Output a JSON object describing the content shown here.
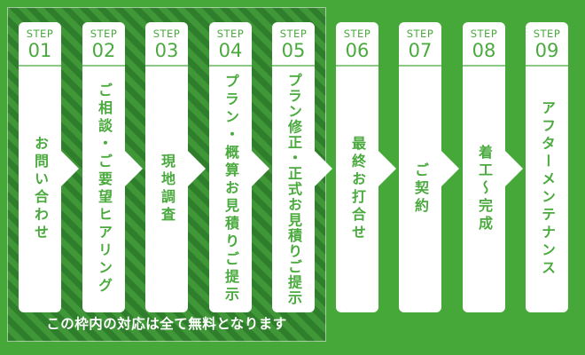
{
  "labels": {
    "step_word": "STEP",
    "free_note": "この枠内の対応は全て無料となります"
  },
  "steps": [
    {
      "number": "01",
      "title": "お問い合わせ",
      "free": true
    },
    {
      "number": "02",
      "title": "ご相談・ご要望ヒアリング",
      "free": true
    },
    {
      "number": "03",
      "title": "現地調査",
      "free": true
    },
    {
      "number": "04",
      "title": "プラン・概算お見積りご提示",
      "free": true
    },
    {
      "number": "05",
      "title": "プラン修正・正式お見積りご提示",
      "free": true
    },
    {
      "number": "06",
      "title": "最終お打合せ",
      "free": false
    },
    {
      "number": "07",
      "title": "ご契約",
      "free": false
    },
    {
      "number": "08",
      "title": "着工〜完成",
      "free": false
    },
    {
      "number": "09",
      "title": "アフターメンテナンス",
      "free": false
    }
  ],
  "colors": {
    "background_green": "#47a83a",
    "frame_stripe_dark": "#2e7e2c",
    "frame_stripe_light": "#3f9737",
    "frame_border_light": "#a7d3a0",
    "step_text_green": "#4aaa3e",
    "step_panel_white": "#ffffff",
    "note_text_white": "#ffffff"
  }
}
